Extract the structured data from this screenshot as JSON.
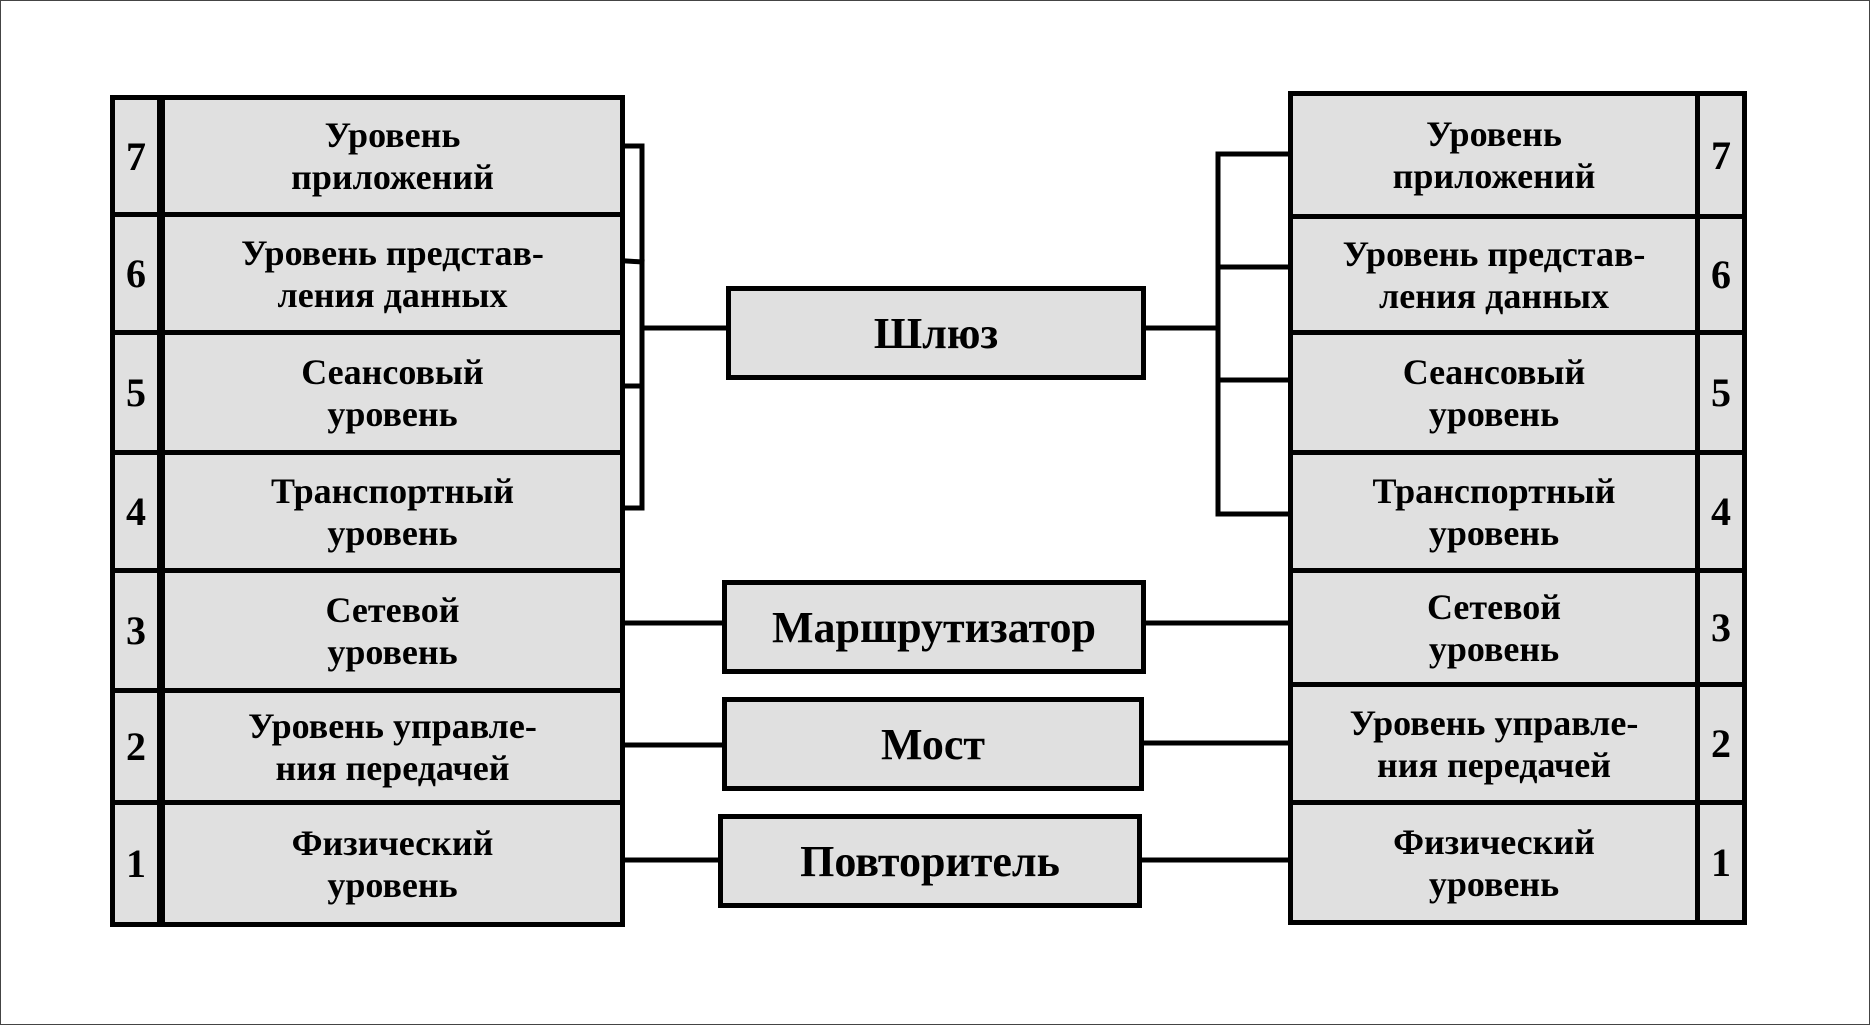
{
  "left_stack": {
    "layers": [
      {
        "num": "7",
        "label": "Уровень\nприложений"
      },
      {
        "num": "6",
        "label": "Уровень представ-\nления данных"
      },
      {
        "num": "5",
        "label": "Сеансовый\nуровень"
      },
      {
        "num": "4",
        "label": "Транспортный\nуровень"
      },
      {
        "num": "3",
        "label": "Сетевой\nуровень"
      },
      {
        "num": "2",
        "label": "Уровень управле-\nния передачей"
      },
      {
        "num": "1",
        "label": "Физический\nуровень"
      }
    ]
  },
  "right_stack": {
    "layers": [
      {
        "num": "7",
        "label": "Уровень\nприложений"
      },
      {
        "num": "6",
        "label": "Уровень представ-\nления данных"
      },
      {
        "num": "5",
        "label": "Сеансовый\nуровень"
      },
      {
        "num": "4",
        "label": "Транспортный\nуровень"
      },
      {
        "num": "3",
        "label": "Сетевой\nуровень"
      },
      {
        "num": "2",
        "label": "Уровень управле-\nния передачей"
      },
      {
        "num": "1",
        "label": "Физический\nуровень"
      }
    ]
  },
  "devices": {
    "gateway": "Шлюз",
    "router": "Маршрутизатор",
    "bridge": "Мост",
    "repeater": "Повторитель"
  }
}
